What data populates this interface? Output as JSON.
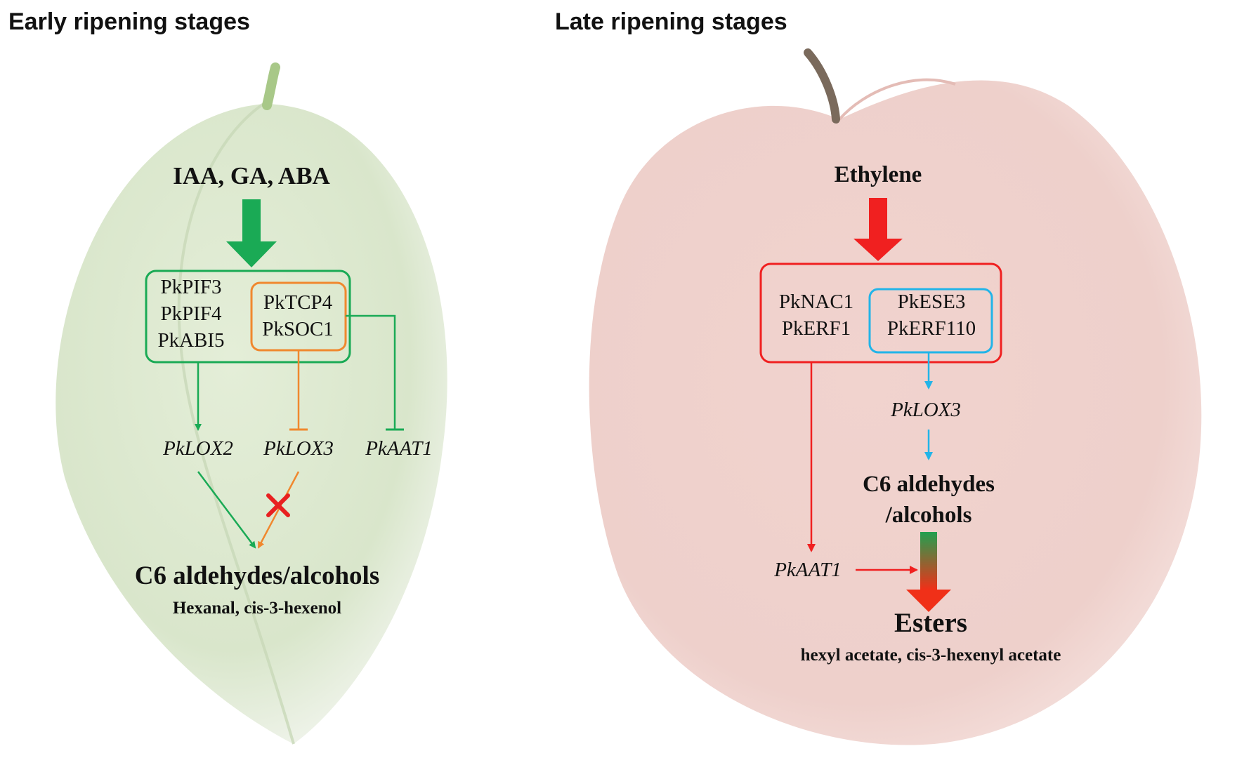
{
  "early": {
    "title": "Early ripening stages",
    "hormones": "IAA, GA, ABA",
    "outer_tfs": [
      "PkPIF3",
      "PkPIF4",
      "PkABI5"
    ],
    "inner_tfs": [
      "PkTCP4",
      "PkSOC1"
    ],
    "targets": [
      "PkLOX2",
      "PkLOX3",
      "PkAAT1"
    ],
    "product": "C6 aldehydes/alcohols",
    "product_examples": "Hexanal, cis-3-hexenol",
    "colors": {
      "fruit": "#dce8cf",
      "outer_box": "#1aaa55",
      "inner_box": "#f0882e",
      "block_mark": "#e82020"
    }
  },
  "late": {
    "title": "Late ripening stages",
    "hormone": "Ethylene",
    "left_tfs": [
      "PkNAC1",
      "PkERF1"
    ],
    "right_tfs": [
      "PkESE3",
      "PkERF110"
    ],
    "lox_target": "PkLOX3",
    "aat_target": "PkAAT1",
    "intermediate_line1": "C6 aldehydes",
    "intermediate_line2": "/alcohols",
    "product": "Esters",
    "product_examples": "hexyl acetate, cis-3-hexenyl acetate",
    "colors": {
      "fruit": "#f2d3cf",
      "outer_box": "#f02020",
      "inner_box": "#22b4e8",
      "gradient_top": "#22a050",
      "gradient_bottom": "#f03018"
    }
  }
}
